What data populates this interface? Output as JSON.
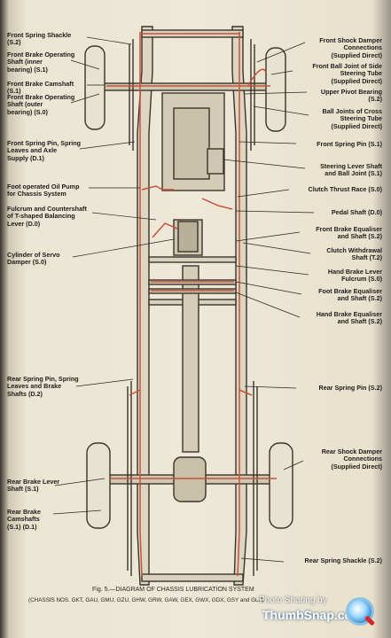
{
  "labels": {
    "left": [
      "Front Spring Shackle\n(S.2)",
      "Front Brake Operating\nShaft (inner\nbearing) (S.1)",
      "Front Brake Camshaft\n(S.1)",
      "Front Brake Operating\nShaft (outer\nbearing) (S.0)",
      "Front Spring Pin, Spring\nLeaves and Axle\nSupply (D.1)",
      "Foot operated Oil Pump\nfor Chassis System",
      "Fulcrum and Countershaft\nof T-shaped Balancing\nLever (D.0)",
      "Cylinder of Servo\nDamper (S.0)",
      "Rear Spring Pin, Spring\nLeaves and Brake\nShafts (D.2)",
      "Rear Brake Lever\nShaft (S.1)",
      "Rear Brake Camshafts\n(S.1) (D.1)"
    ],
    "right": [
      "Front Shock Damper\nConnections\n(Supplied Direct)",
      "Front Ball Joint of Side\nSteering Tube\n(Supplied Direct)",
      "Upper Pivot Bearing\n(S.2)",
      "Ball Joints of Cross\nSteering Tube\n(Supplied Direct)",
      "Front Spring Pin (S.1)",
      "Steering Lever Shaft\nand Ball Joint (S.1)",
      "Clutch Thrust Race (S.0)",
      "Pedal Shaft (D.0)",
      "Front Brake Equaliser\nand Shaft (S.2)",
      "Clutch Withdrawal\nShaft (T.2)",
      "Hand Brake Lever\nFulcrum (S.0)",
      "Foot Brake Equaliser\nand Shaft (S.2)",
      "Hand Brake Equaliser\nand Shaft (S.2)",
      "Rear Spring Pin (S.2)",
      "Rear Shock Damper\nConnections\n(Supplied Direct)",
      "Rear Spring Shackle (S.2)"
    ]
  },
  "caption": {
    "line1": "Fig. 5.—DIAGRAM OF CHASSIS LUBRICATION SYSTEM",
    "line2": "(CHASSIS NOS. GKT, GAU, GMU, GZU, GHW, GRW, GAW, GEX, GWX, GDX, GSY and GLZ)"
  },
  "watermark": {
    "line1": "Photo Sharing by",
    "line2": "ThumbSnap.com"
  },
  "colors": {
    "paper": "#ece6d5",
    "ink": "#1e1c1a",
    "oil_line": "#c8523a",
    "frame_fill": "#d8d1bd"
  }
}
